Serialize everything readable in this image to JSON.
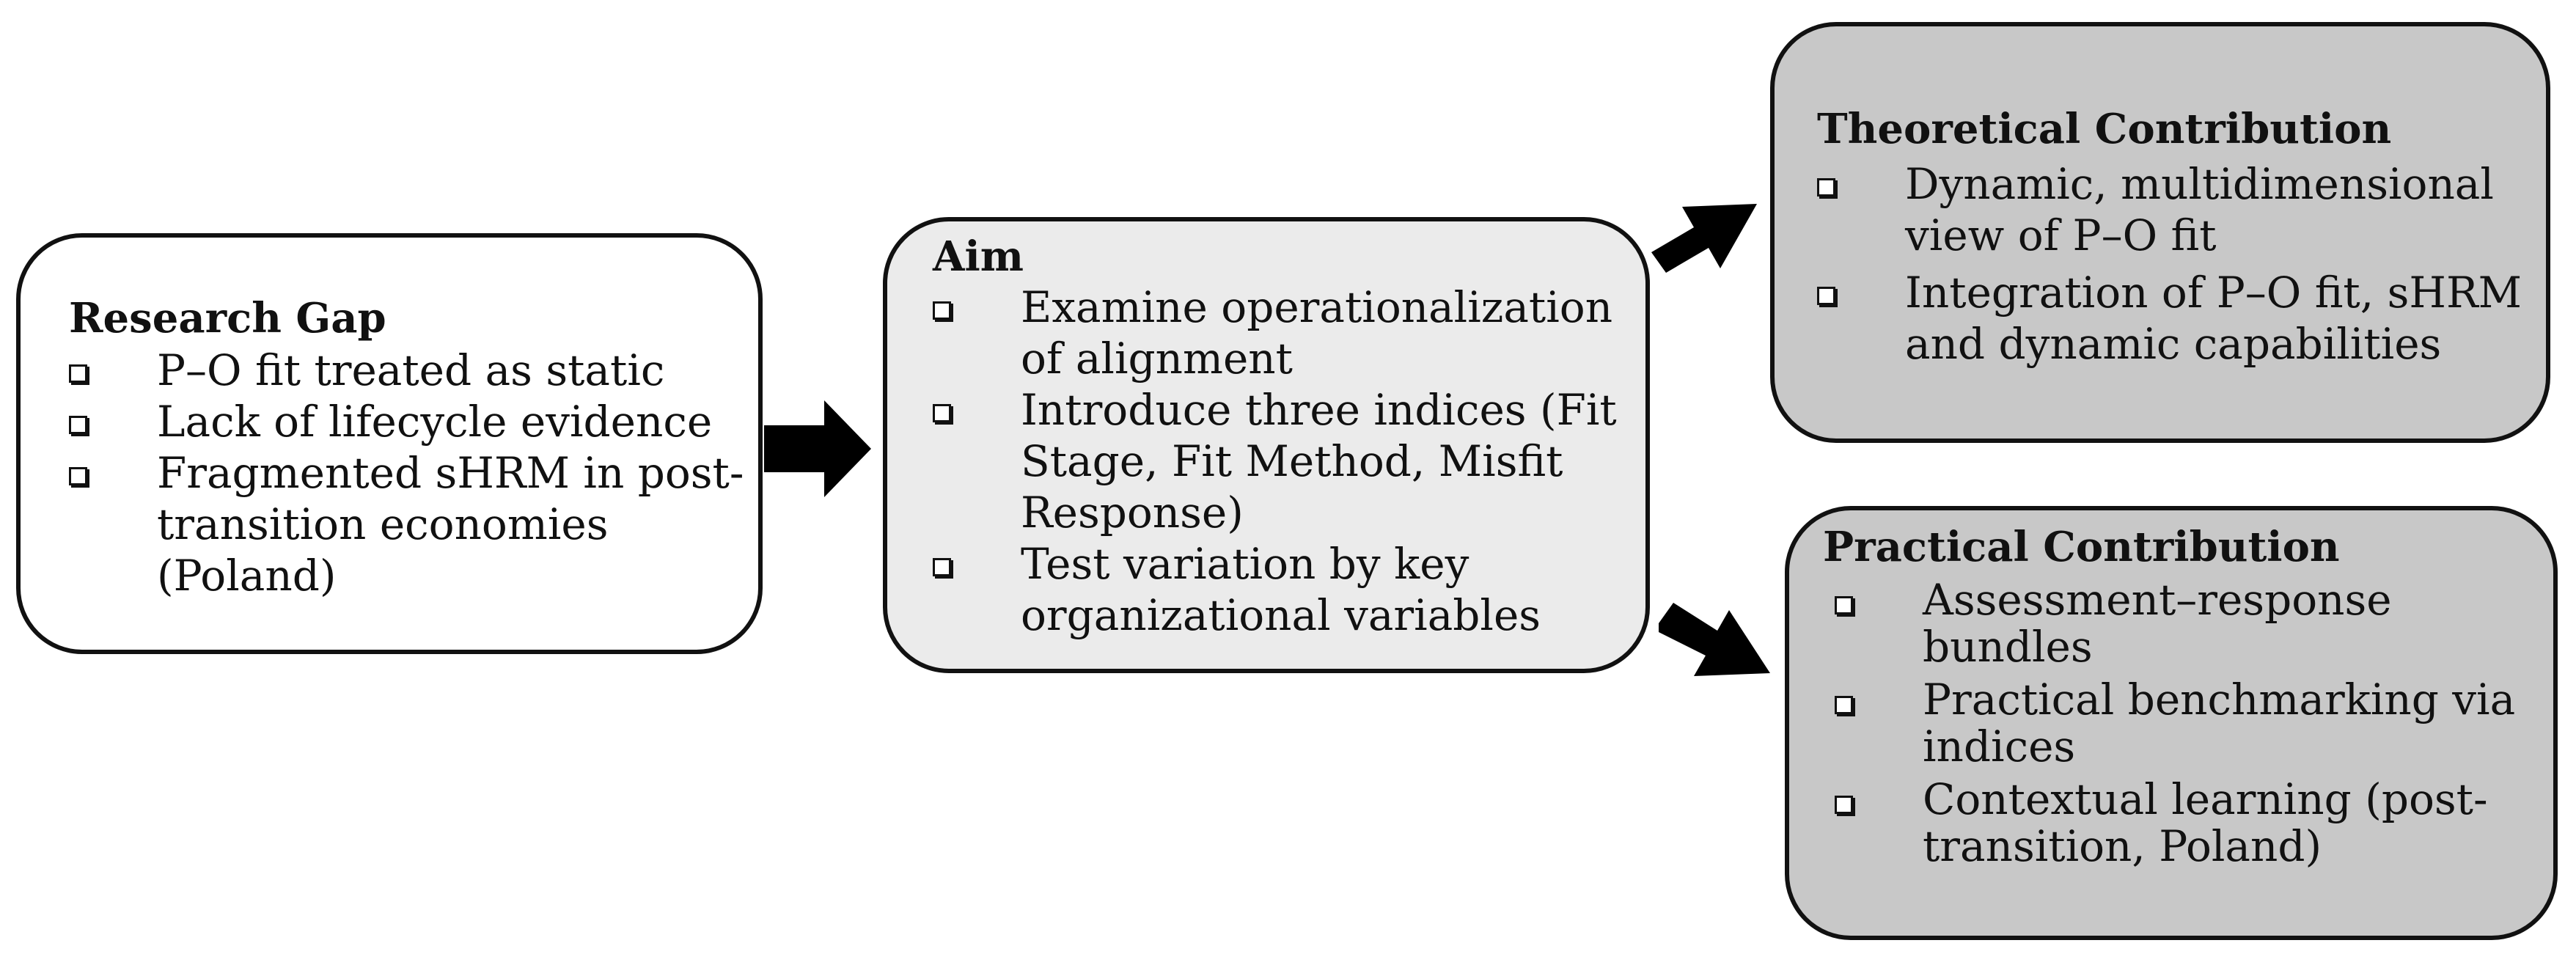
{
  "research_gap": {
    "title": "Research Gap",
    "items": [
      "P–O fit treated as static",
      "Lack of lifecycle evidence",
      "Fragmented sHRM in post-transition economies (Poland)"
    ]
  },
  "aim": {
    "title": "Aim",
    "items": [
      "Examine operationalization of alignment",
      "Introduce three indices (Fit Stage, Fit Method, Misfit Response)",
      "Test variation by key organizational variables"
    ]
  },
  "theoretical_contribution": {
    "title": "Theoretical Contribution",
    "items": [
      "Dynamic, multidimensional view of P–O fit",
      "Integration of P–O fit, sHRM and dynamic capabilities"
    ]
  },
  "practical_contribution": {
    "title": "Practical Contribution",
    "items": [
      "Assessment–response bundles",
      "Practical benchmarking via indices",
      "Contextual learning (post-transition, Poland)"
    ]
  },
  "colors": {
    "research_gap_fill": "#ffffff",
    "aim_fill": "#ebebeb",
    "contribution_fill": "#c8c8c8",
    "border": "#111111",
    "arrow": "#000000"
  },
  "icons": {
    "bullet": "hollow-square-bullet-icon",
    "connector": "block-arrow-icon"
  }
}
